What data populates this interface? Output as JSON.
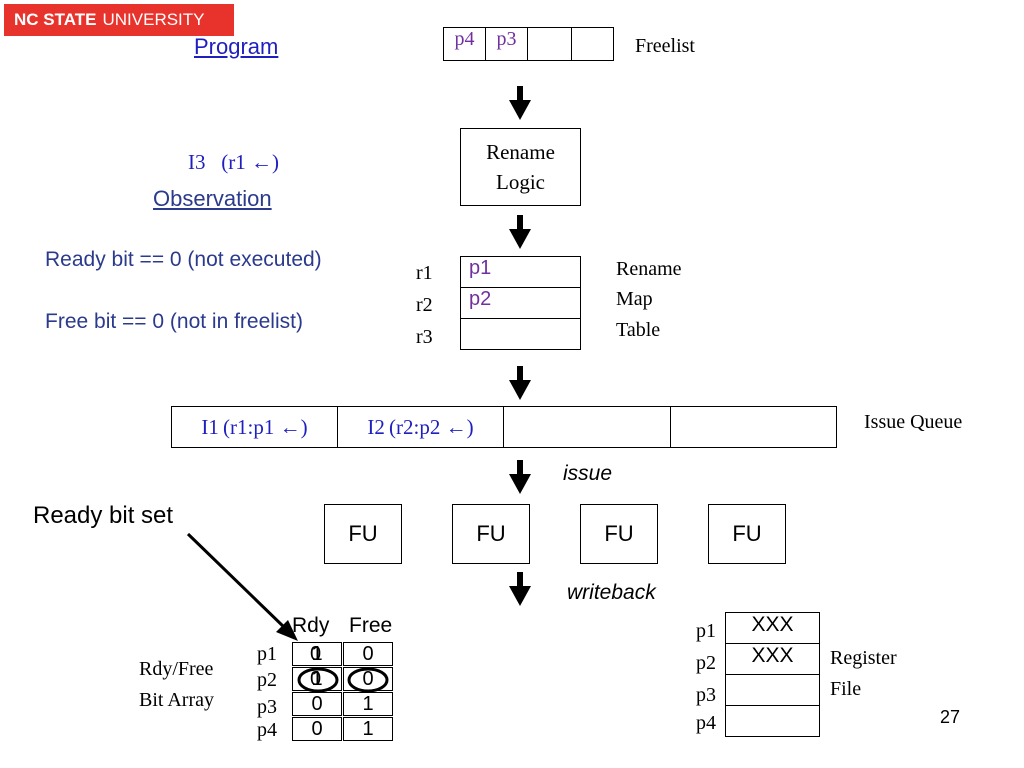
{
  "logo": {
    "bold": "NC STATE",
    "light": "UNIVERSITY"
  },
  "program_title": "Program",
  "instruction": "I3   (r1 ←)",
  "observation_title": "Observation",
  "observations": [
    "Ready bit == 0 (not executed)",
    "Free bit == 0 (not in freelist)"
  ],
  "freelist": {
    "cells": [
      "p4",
      "p3",
      "",
      ""
    ],
    "label": "Freelist"
  },
  "rename_logic": {
    "line1": "Rename",
    "line2": "Logic"
  },
  "rename_map": {
    "regs": [
      "r1",
      "r2",
      "r3"
    ],
    "cells": [
      "p1",
      "p2",
      ""
    ],
    "label_lines": [
      "Rename",
      "Map",
      "Table"
    ]
  },
  "issue_queue": {
    "cells": [
      "I1 (r1:p1 ←)",
      "I2 (r2:p2 ←)",
      "",
      ""
    ],
    "label": "Issue Queue"
  },
  "issue_label": "issue",
  "fus": [
    "FU",
    "FU",
    "FU",
    "FU"
  ],
  "writeback_label": "writeback",
  "ready_bit_set": "Ready bit set",
  "bit_array": {
    "label_lines": [
      "Rdy/Free",
      "Bit Array"
    ],
    "headers": [
      "Rdy",
      "Free"
    ],
    "rows": [
      {
        "reg": "p1",
        "rdy": "1",
        "rdy_prev": "0",
        "free": "0"
      },
      {
        "reg": "p2",
        "rdy": "1",
        "rdy_prev": "0",
        "free": "0"
      },
      {
        "reg": "p3",
        "rdy": "0",
        "free": "1"
      },
      {
        "reg": "p4",
        "rdy": "0",
        "free": "1"
      }
    ]
  },
  "register_file": {
    "regs": [
      "p1",
      "p2",
      "p3",
      "p4"
    ],
    "cells": [
      "XXX",
      "XXX",
      "",
      ""
    ],
    "label_lines": [
      "Register",
      "File"
    ]
  },
  "page_number": "27"
}
